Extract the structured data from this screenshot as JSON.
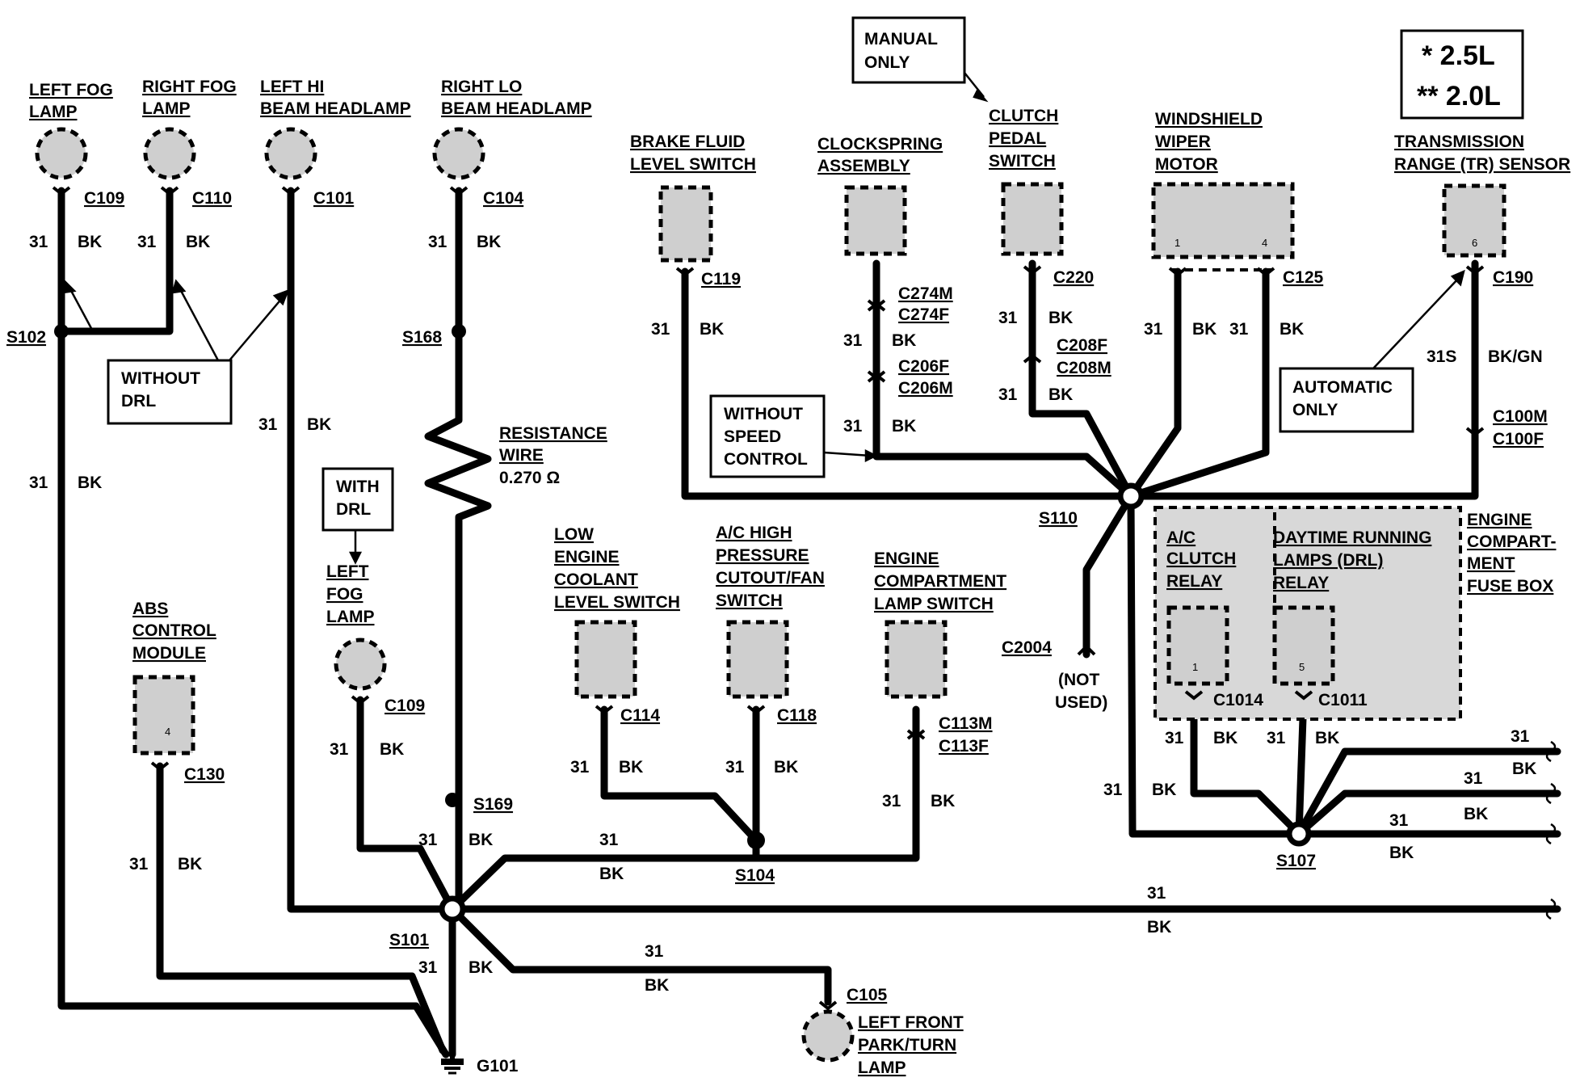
{
  "legend": {
    "line1": "*  2.5L",
    "line2": "** 2.0L"
  },
  "notes": {
    "manual_only": [
      "MANUAL",
      "ONLY"
    ],
    "without_drl": [
      "WITHOUT",
      "DRL"
    ],
    "with_drl": [
      "WITH",
      "DRL"
    ],
    "without_speed_control": [
      "WITHOUT",
      "SPEED",
      "CONTROL"
    ],
    "automatic_only": [
      "AUTOMATIC",
      "ONLY"
    ],
    "not_used": [
      "(NOT",
      "USED)"
    ]
  },
  "components": {
    "left_fog_lamp": [
      "LEFT FOG",
      "LAMP"
    ],
    "right_fog_lamp": [
      "RIGHT FOG",
      "LAMP"
    ],
    "left_hi_beam": [
      "LEFT HI",
      "BEAM HEADLAMP"
    ],
    "right_lo_beam": [
      "RIGHT LO",
      "BEAM HEADLAMP"
    ],
    "brake_fluid": [
      "BRAKE FLUID",
      "LEVEL SWITCH"
    ],
    "clockspring": [
      "CLOCKSPRING",
      "ASSEMBLY"
    ],
    "clutch_pedal": [
      "CLUTCH",
      "PEDAL",
      "SWITCH"
    ],
    "wiper_motor": [
      "WINDSHIELD",
      "WIPER",
      "MOTOR"
    ],
    "tr_sensor": [
      "TRANSMISSION",
      "RANGE (TR) SENSOR"
    ],
    "resistance_wire": [
      "RESISTANCE",
      "WIRE",
      "0.270 Ω"
    ],
    "left_fog_lamp_drl": [
      "LEFT",
      "FOG",
      "LAMP"
    ],
    "abs_module": [
      "ABS",
      "CONTROL",
      "MODULE"
    ],
    "low_coolant": [
      "LOW",
      "ENGINE",
      "COOLANT",
      "LEVEL SWITCH"
    ],
    "ac_high_pressure": [
      "A/C HIGH",
      "PRESSURE",
      "CUTOUT/FAN",
      "SWITCH"
    ],
    "engine_compartment_lamp": [
      "ENGINE",
      "COMPARTMENT",
      "LAMP SWITCH"
    ],
    "ac_clutch_relay": [
      "A/C",
      "CLUTCH",
      "RELAY"
    ],
    "drl_relay": [
      "DAYTIME RUNNING",
      "LAMPS (DRL)",
      "RELAY"
    ],
    "fuse_box": [
      "ENGINE",
      "COMPART-",
      "MENT",
      "FUSE BOX"
    ],
    "left_front_park": [
      "LEFT FRONT",
      "PARK/TURN",
      "LAMP"
    ]
  },
  "connectors": {
    "c109a": "C109",
    "c110": "C110",
    "c101": "C101",
    "c104": "C104",
    "c119": "C119",
    "c274": [
      "C274M",
      "C274F"
    ],
    "c206": [
      "C206F",
      "C206M"
    ],
    "c220": "C220",
    "c208": [
      "C208F",
      "C208M"
    ],
    "c125": "C125",
    "c190": "C190",
    "c100": [
      "C100M",
      "C100F"
    ],
    "c109b": "C109",
    "c130": "C130",
    "c114": "C114",
    "c118": "C118",
    "c113": [
      "C113M",
      "C113F"
    ],
    "c1014": "C1014",
    "c1011": "C1011",
    "c2004": "C2004",
    "c105": "C105"
  },
  "splices": {
    "s102": "S102",
    "s168": "S168",
    "s110": "S110",
    "s169": "S169",
    "s104": "S104",
    "s101": "S101",
    "s107": "S107"
  },
  "ground": "G101",
  "pins": {
    "wiper_1": "1",
    "wiper_4": "4",
    "tr_6": "6",
    "abs_4": "4",
    "relay_1": "1",
    "relay_5": "5"
  },
  "wire": {
    "circuit": "31",
    "color": "BK",
    "tr_circuit": "31S",
    "tr_color": "BK/GN"
  }
}
